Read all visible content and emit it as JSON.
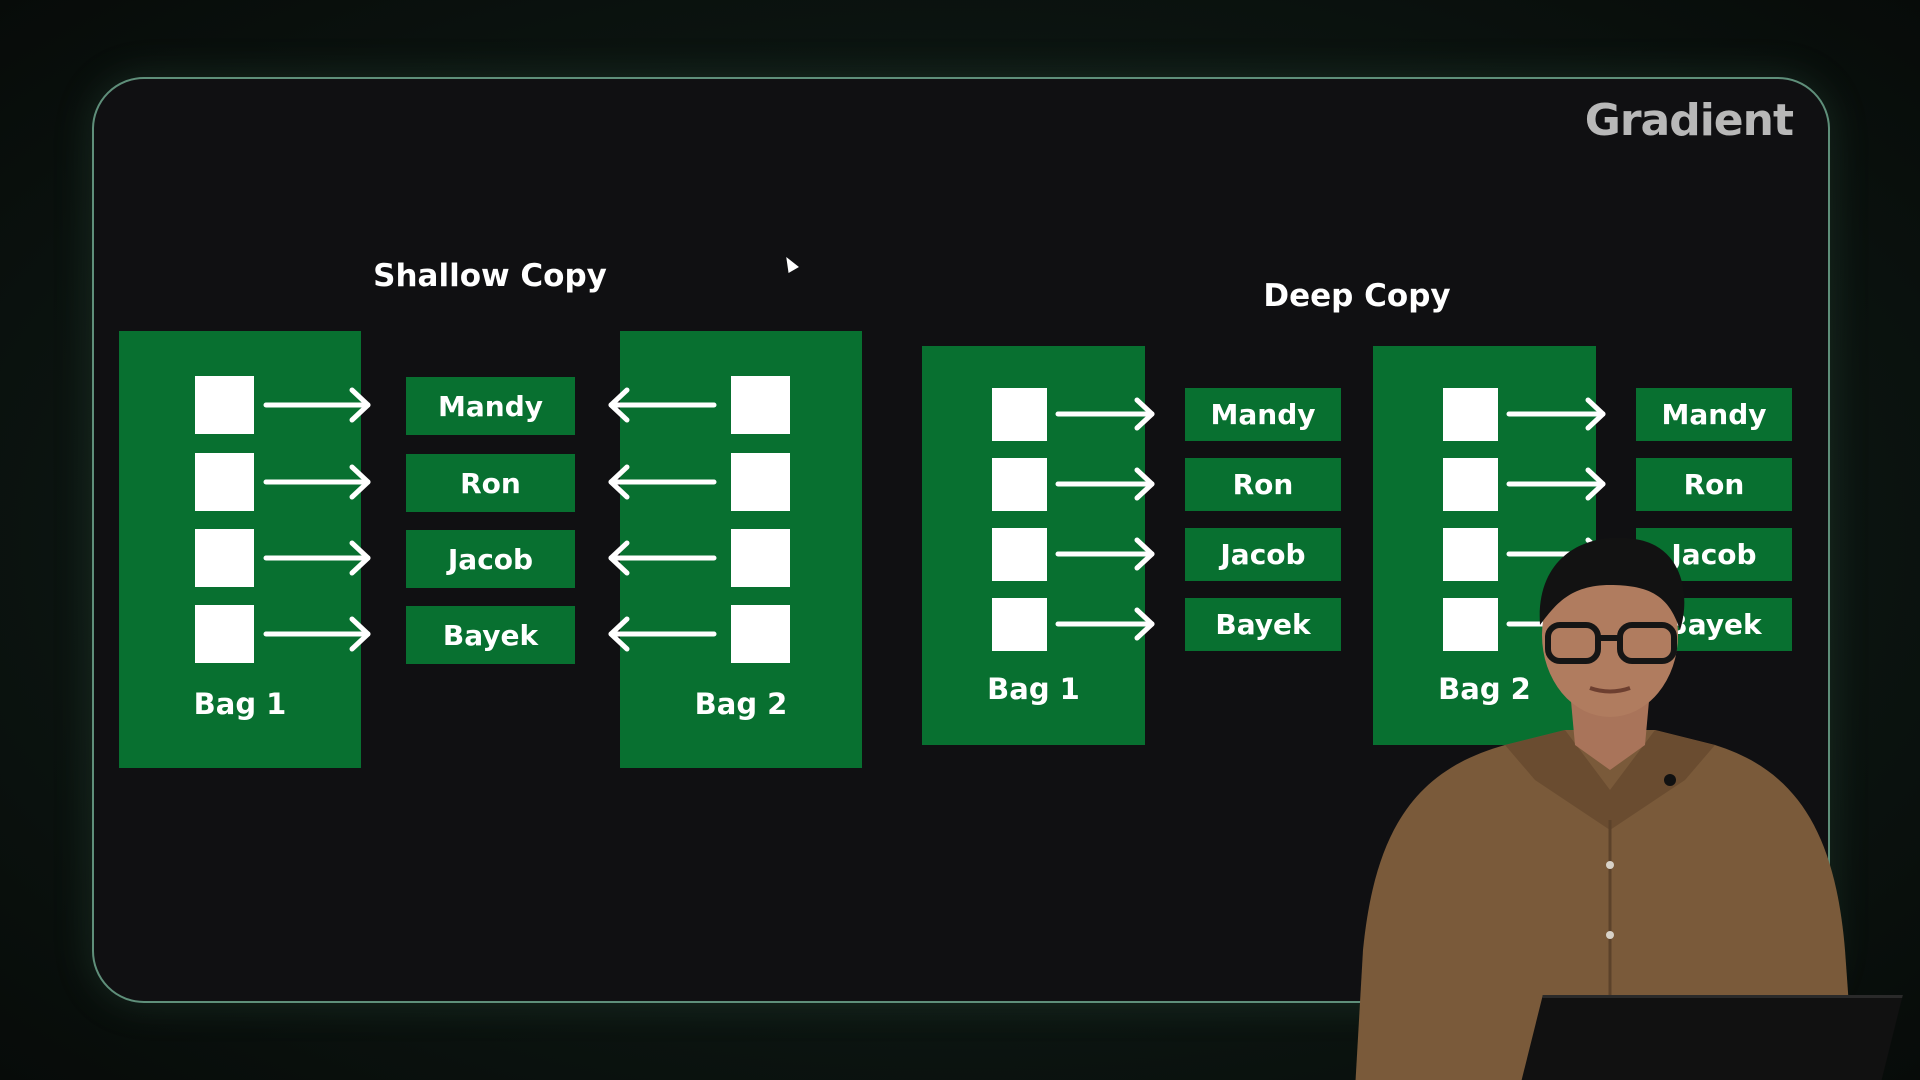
{
  "brand": {
    "logo_text": "Gradient"
  },
  "shallow": {
    "title": "Shallow Copy",
    "bag1_label": "Bag 1",
    "bag2_label": "Bag 2",
    "names": [
      "Mandy",
      "Ron",
      "Jacob",
      "Bayek"
    ]
  },
  "deep": {
    "title": "Deep Copy",
    "bag1_label": "Bag 1",
    "bag2_label": "Bag 2",
    "names1": [
      "Mandy",
      "Ron",
      "Jacob",
      "Bayek"
    ],
    "names2": [
      "Mandy",
      "Ron",
      "Jacob",
      "Bayek"
    ]
  },
  "colors": {
    "bag_green": "#087030",
    "frame_border": "#5f8f7a",
    "panel_bg": "#101012",
    "logo_gray": "#b8b8b8"
  }
}
